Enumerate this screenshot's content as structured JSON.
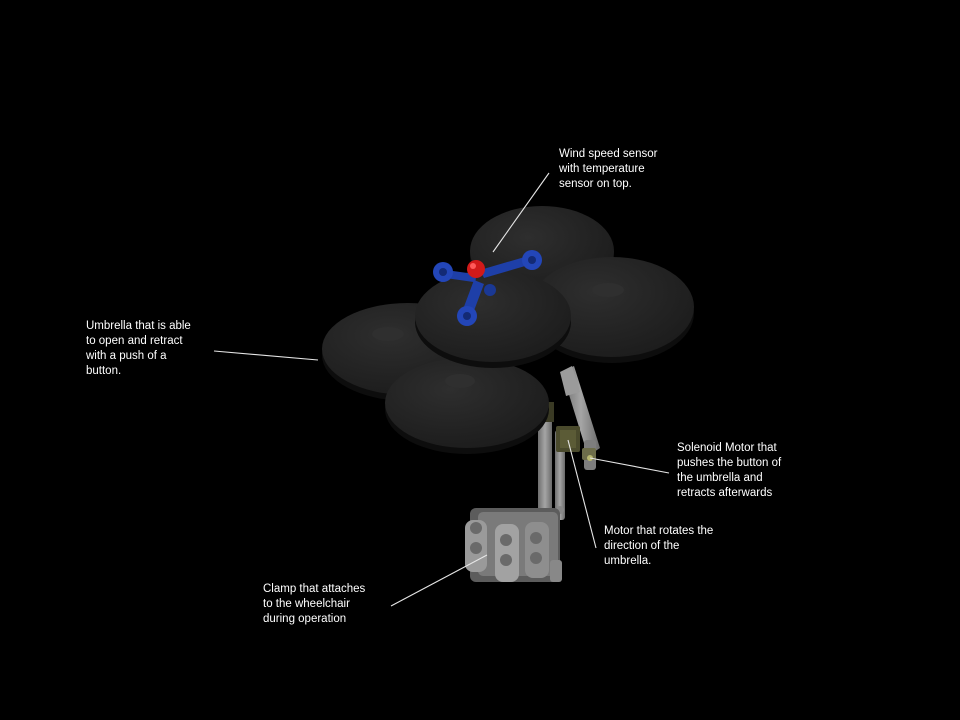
{
  "background": "#000000",
  "colors": {
    "disc": "#242424",
    "disc_edge": "#0d0d0d",
    "sensor_blue": "#1e3fa8",
    "sensor_red": "#d11a1a",
    "frame_grey": "#8a8a8a",
    "motor_olive": "#4a4a2c",
    "leader_line": "#e6e6e6",
    "label_text": "#ffffff"
  },
  "annotations": [
    {
      "id": "wind",
      "text": "Wind speed sensor\nwith temperature\nsensor on top."
    },
    {
      "id": "umbrella",
      "text": "Umbrella that is able\nto open and retract\nwith a push of a\nbutton."
    },
    {
      "id": "solenoid",
      "text": "Solenoid Motor that\npushes the button of\nthe umbrella and\nretracts afterwards"
    },
    {
      "id": "motor",
      "text": "Motor that rotates the\ndirection of the\numbrella."
    },
    {
      "id": "clamp",
      "text": "Clamp that attaches\nto the wheelchair\nduring operation"
    }
  ]
}
